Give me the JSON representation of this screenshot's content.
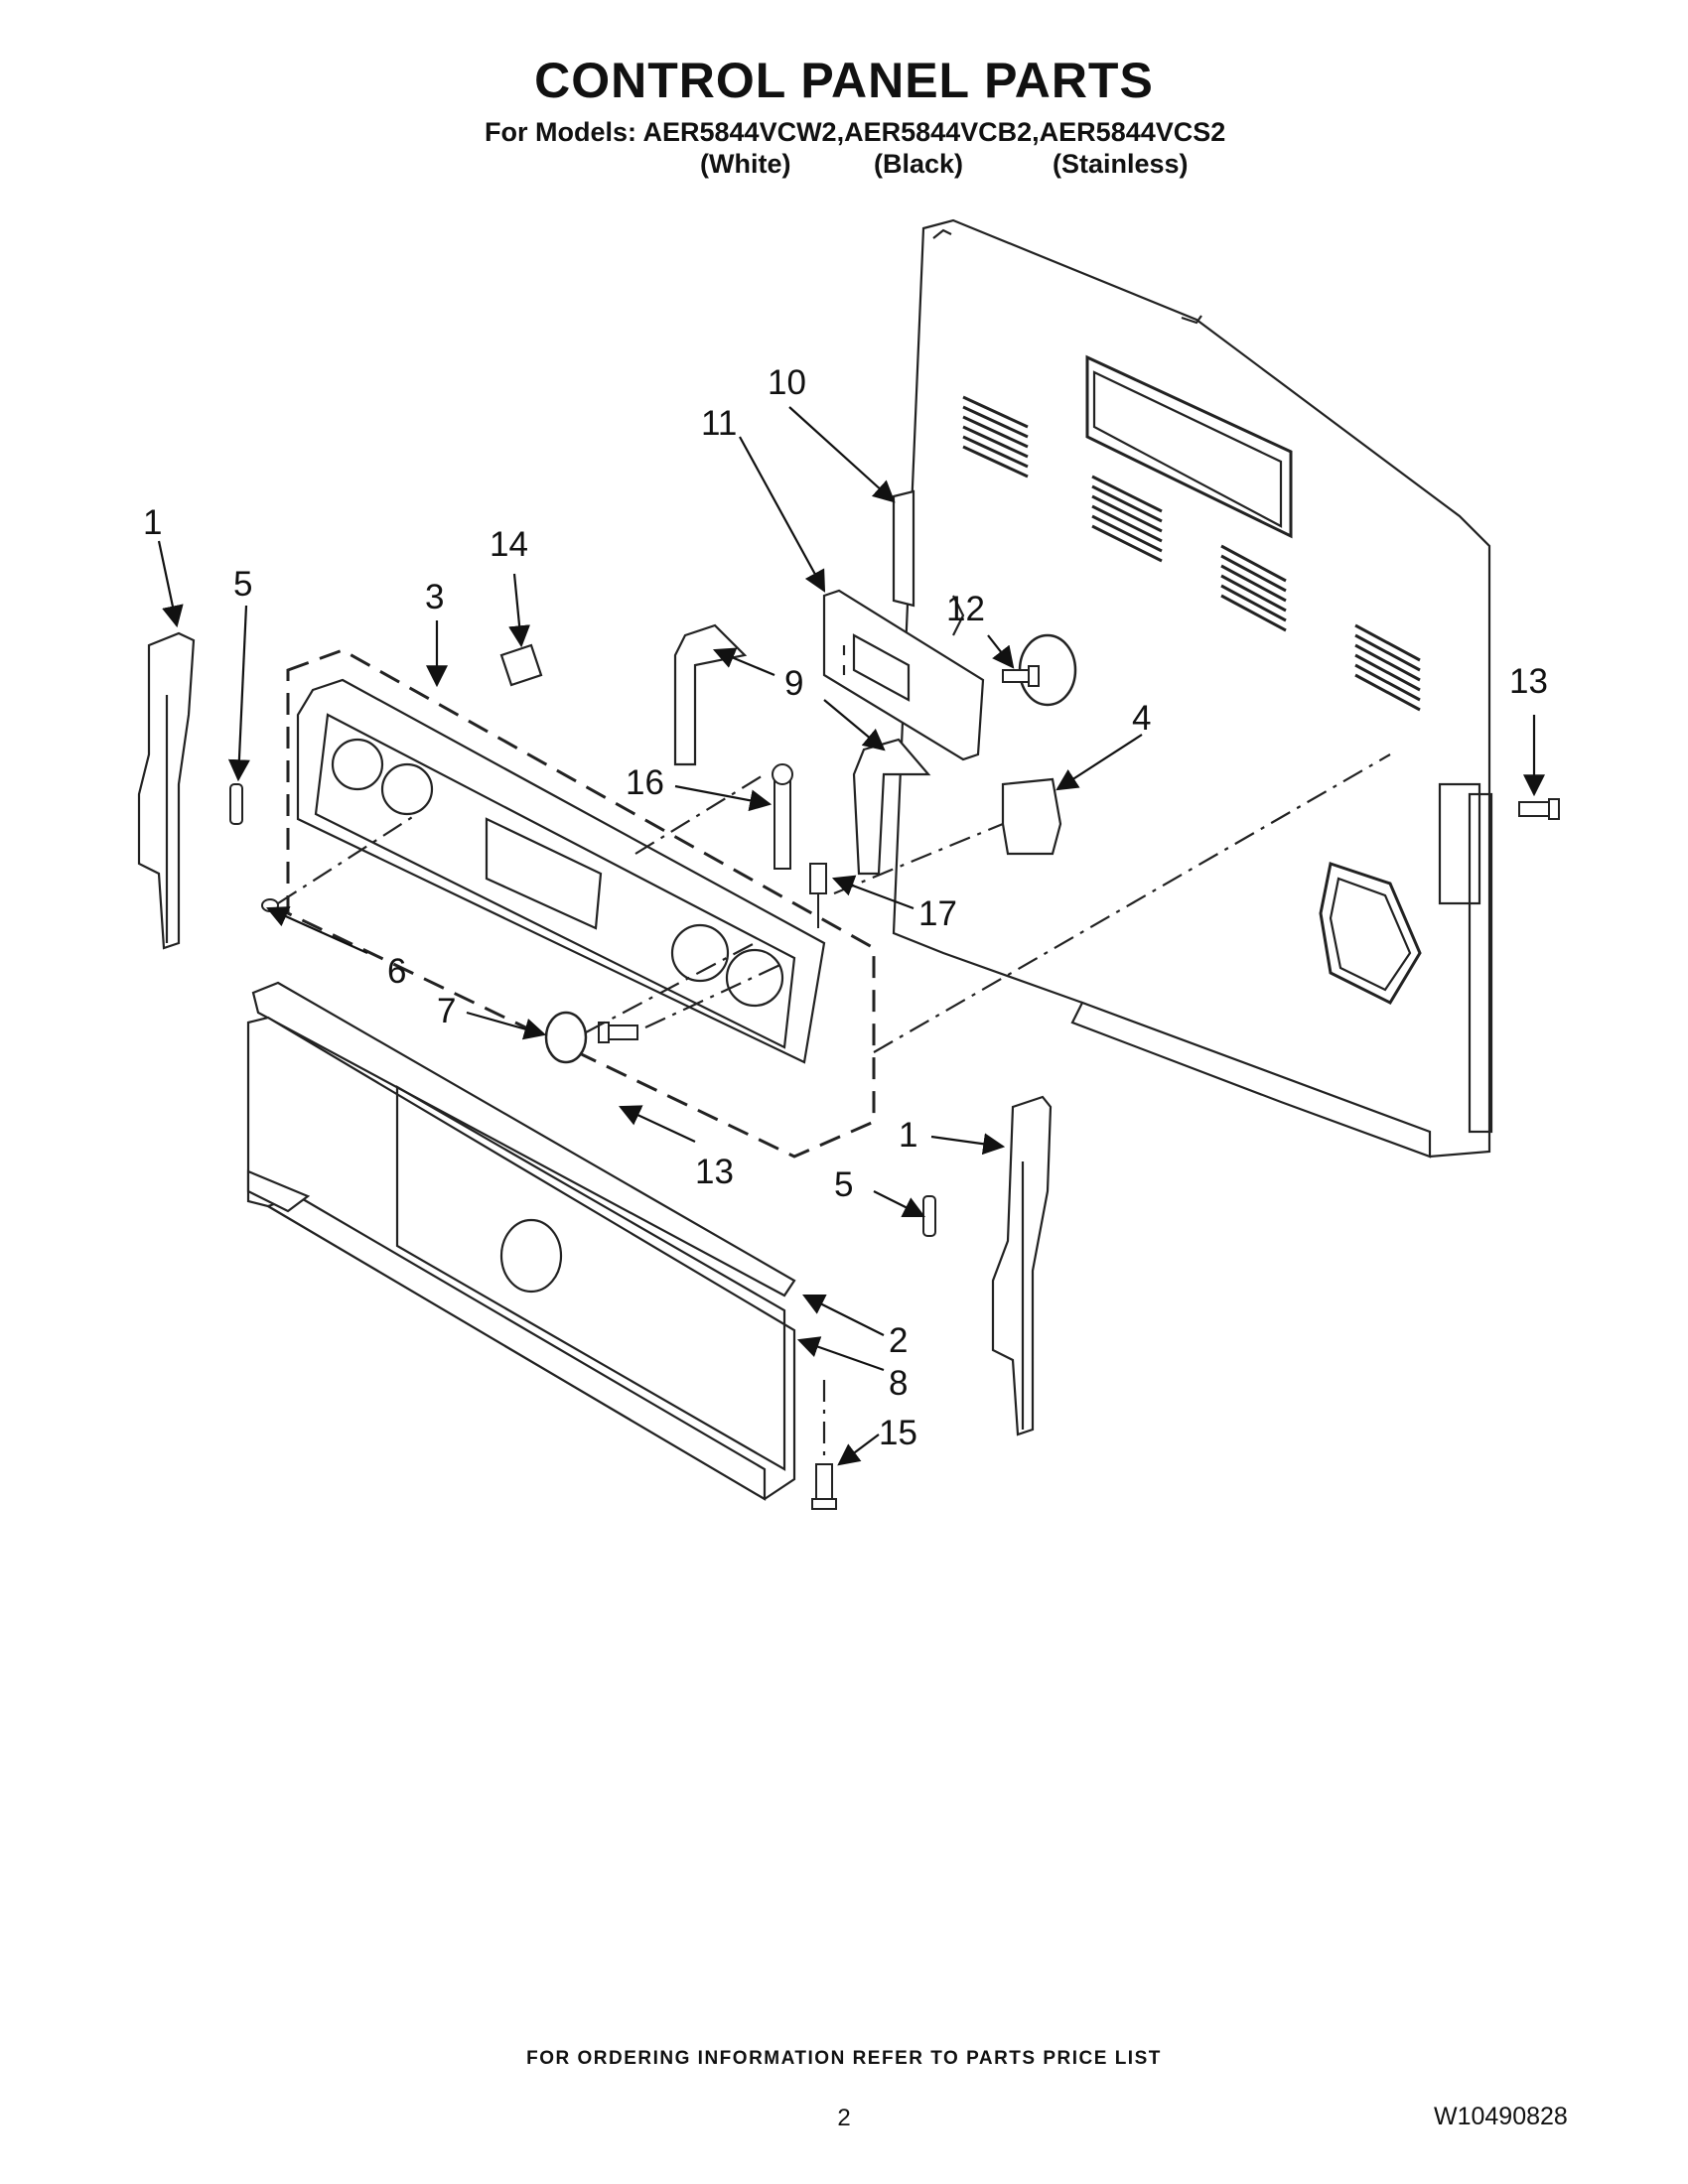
{
  "header": {
    "title": "CONTROL PANEL PARTS",
    "models_line": "For Models: AER5844VCW2,AER5844VCB2,AER5844VCS2",
    "variants": [
      "(White)",
      "(Black)",
      "(Stainless)"
    ]
  },
  "callouts": {
    "c1a": "1",
    "c1b": "1",
    "c2": "2",
    "c3": "3",
    "c4": "4",
    "c5a": "5",
    "c5b": "5",
    "c6": "6",
    "c7": "7",
    "c8": "8",
    "c9": "9",
    "c10": "10",
    "c11": "11",
    "c12": "12",
    "c13a": "13",
    "c13b": "13",
    "c14": "14",
    "c15": "15",
    "c16": "16",
    "c17": "17"
  },
  "footer": {
    "ordering_note": "FOR ORDERING INFORMATION REFER TO PARTS PRICE LIST",
    "page_number": "2",
    "document_number": "W10490828"
  }
}
